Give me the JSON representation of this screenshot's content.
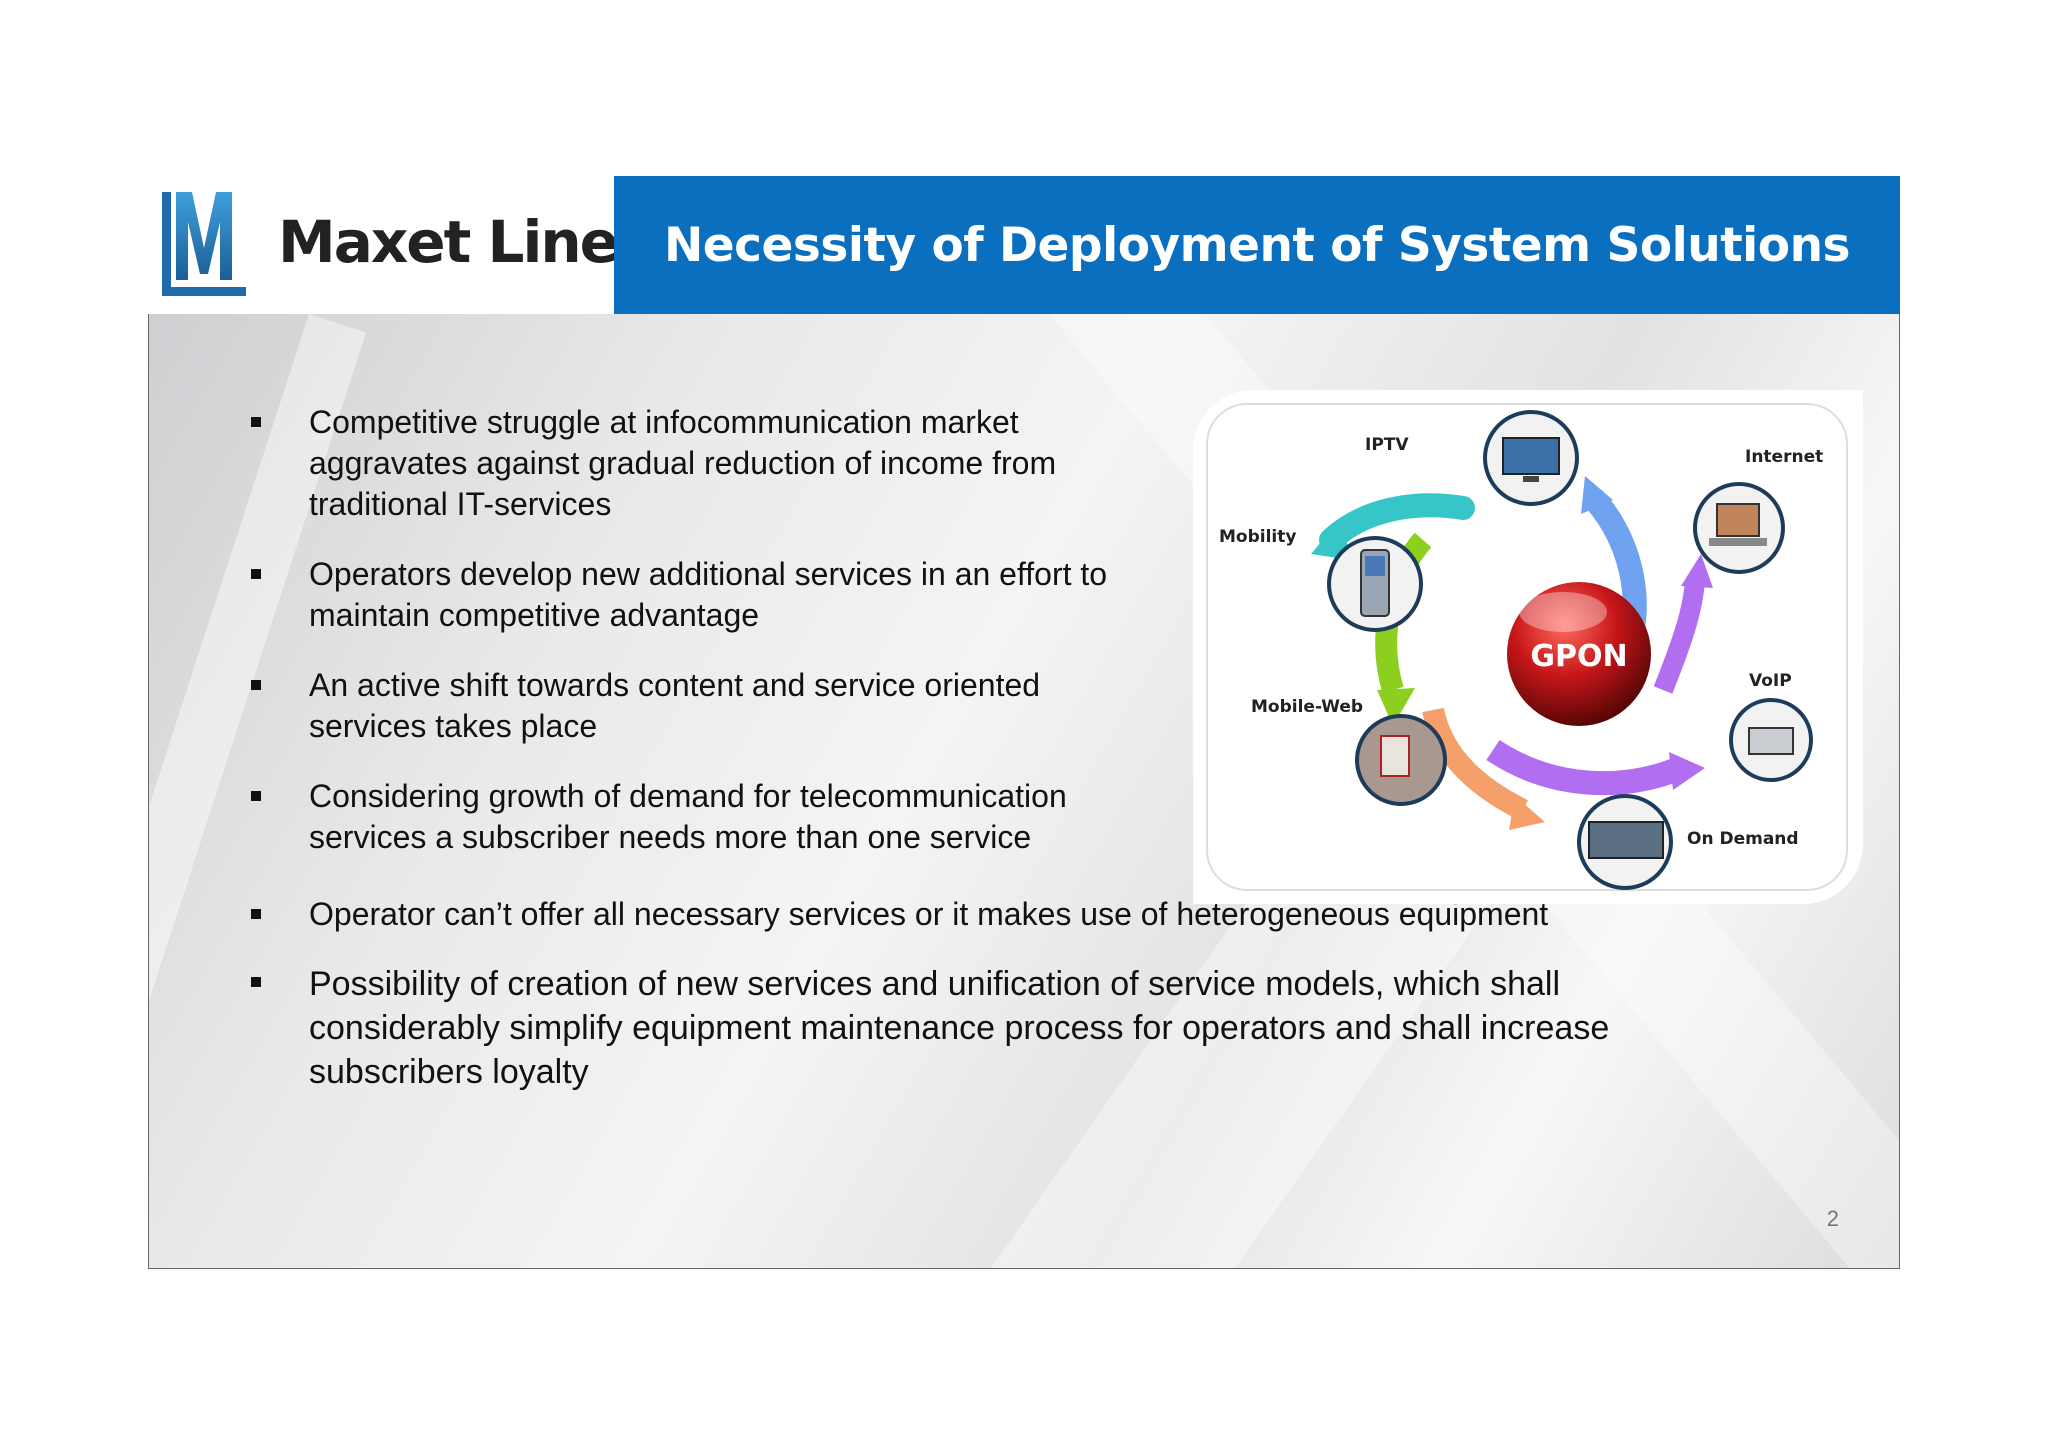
{
  "logo": {
    "name": "Maxet Line"
  },
  "header": {
    "title": "Necessity of Deployment of System Solutions"
  },
  "bullets": [
    [
      "Competitive struggle at infocommunication market",
      "aggravates against gradual reduction of income from",
      "traditional IT-services"
    ],
    [
      "Operators develop new additional services in an effort to",
      "maintain competitive advantage"
    ],
    [
      "An active shift towards content and service oriented",
      "services takes place"
    ],
    [
      "Considering growth of demand for telecommunication",
      "services a subscriber needs more than one service"
    ],
    [
      "Operator can’t offer all necessary services or it makes use of  heterogeneous equipment"
    ],
    [
      "Possibility of creation of new services and unification of service models, which shall",
      "considerably simplify equipment maintenance process for operators and shall increase",
      "subscribers loyalty"
    ]
  ],
  "diagram": {
    "center": "GPON",
    "labels": {
      "iptv": "IPTV",
      "internet": "Internet",
      "mobility": "Mobility",
      "voip": "VoIP",
      "mobile_web": "Mobile-Web",
      "on_demand": "On Demand"
    },
    "colors": {
      "center": "#c8171a",
      "arrow_teal": "#37c6c8",
      "arrow_blue": "#6fa3f2",
      "arrow_purple": "#b26ef0",
      "arrow_green": "#8dcf1f",
      "arrow_orange": "#f5a06a"
    }
  },
  "page_number": "2"
}
